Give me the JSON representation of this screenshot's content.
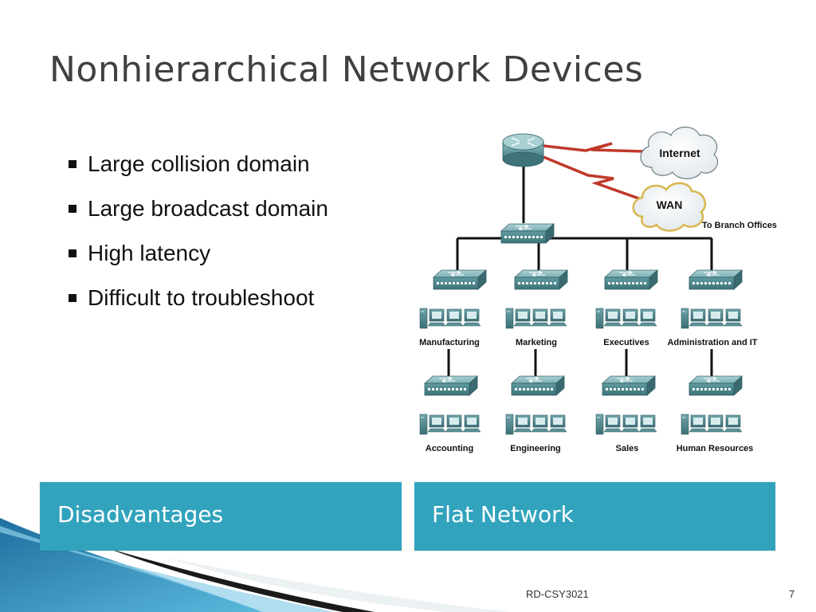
{
  "slide": {
    "title": "Nonhierarchical Network Devices",
    "bullets": [
      "Large collision domain",
      "Large broadcast domain",
      "High latency",
      "Difficult to troubleshoot"
    ],
    "boxes": {
      "left": "Disadvantages",
      "right": "Flat Network"
    },
    "footer": "RD-CSY3021",
    "page_number": "7"
  },
  "diagram": {
    "clouds": {
      "internet": "Internet",
      "wan": "WAN"
    },
    "branch_label": "To Branch Offices",
    "departments_top": [
      "Manufacturing",
      "Marketing",
      "Executives",
      "Administration and IT"
    ],
    "departments_bottom": [
      "Accounting",
      "Engineering",
      "Sales",
      "Human Resources"
    ],
    "colors": {
      "device_teal": "#4f8c92",
      "wan_link_red": "#c0392b",
      "cloud_gold": "#d9b64e",
      "box_teal": "#31a3bd"
    }
  }
}
